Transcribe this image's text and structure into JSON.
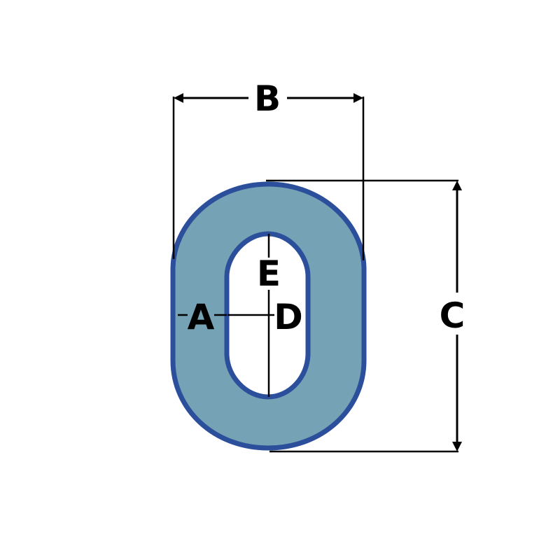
{
  "diagram": {
    "labels": {
      "a": "A",
      "b": "B",
      "c": "C",
      "d": "D",
      "e": "E"
    },
    "colors": {
      "link_fill": "#75a2b5",
      "link_outline": "#2c4f9b",
      "dimension_line": "#000000",
      "background": "#ffffff"
    }
  }
}
